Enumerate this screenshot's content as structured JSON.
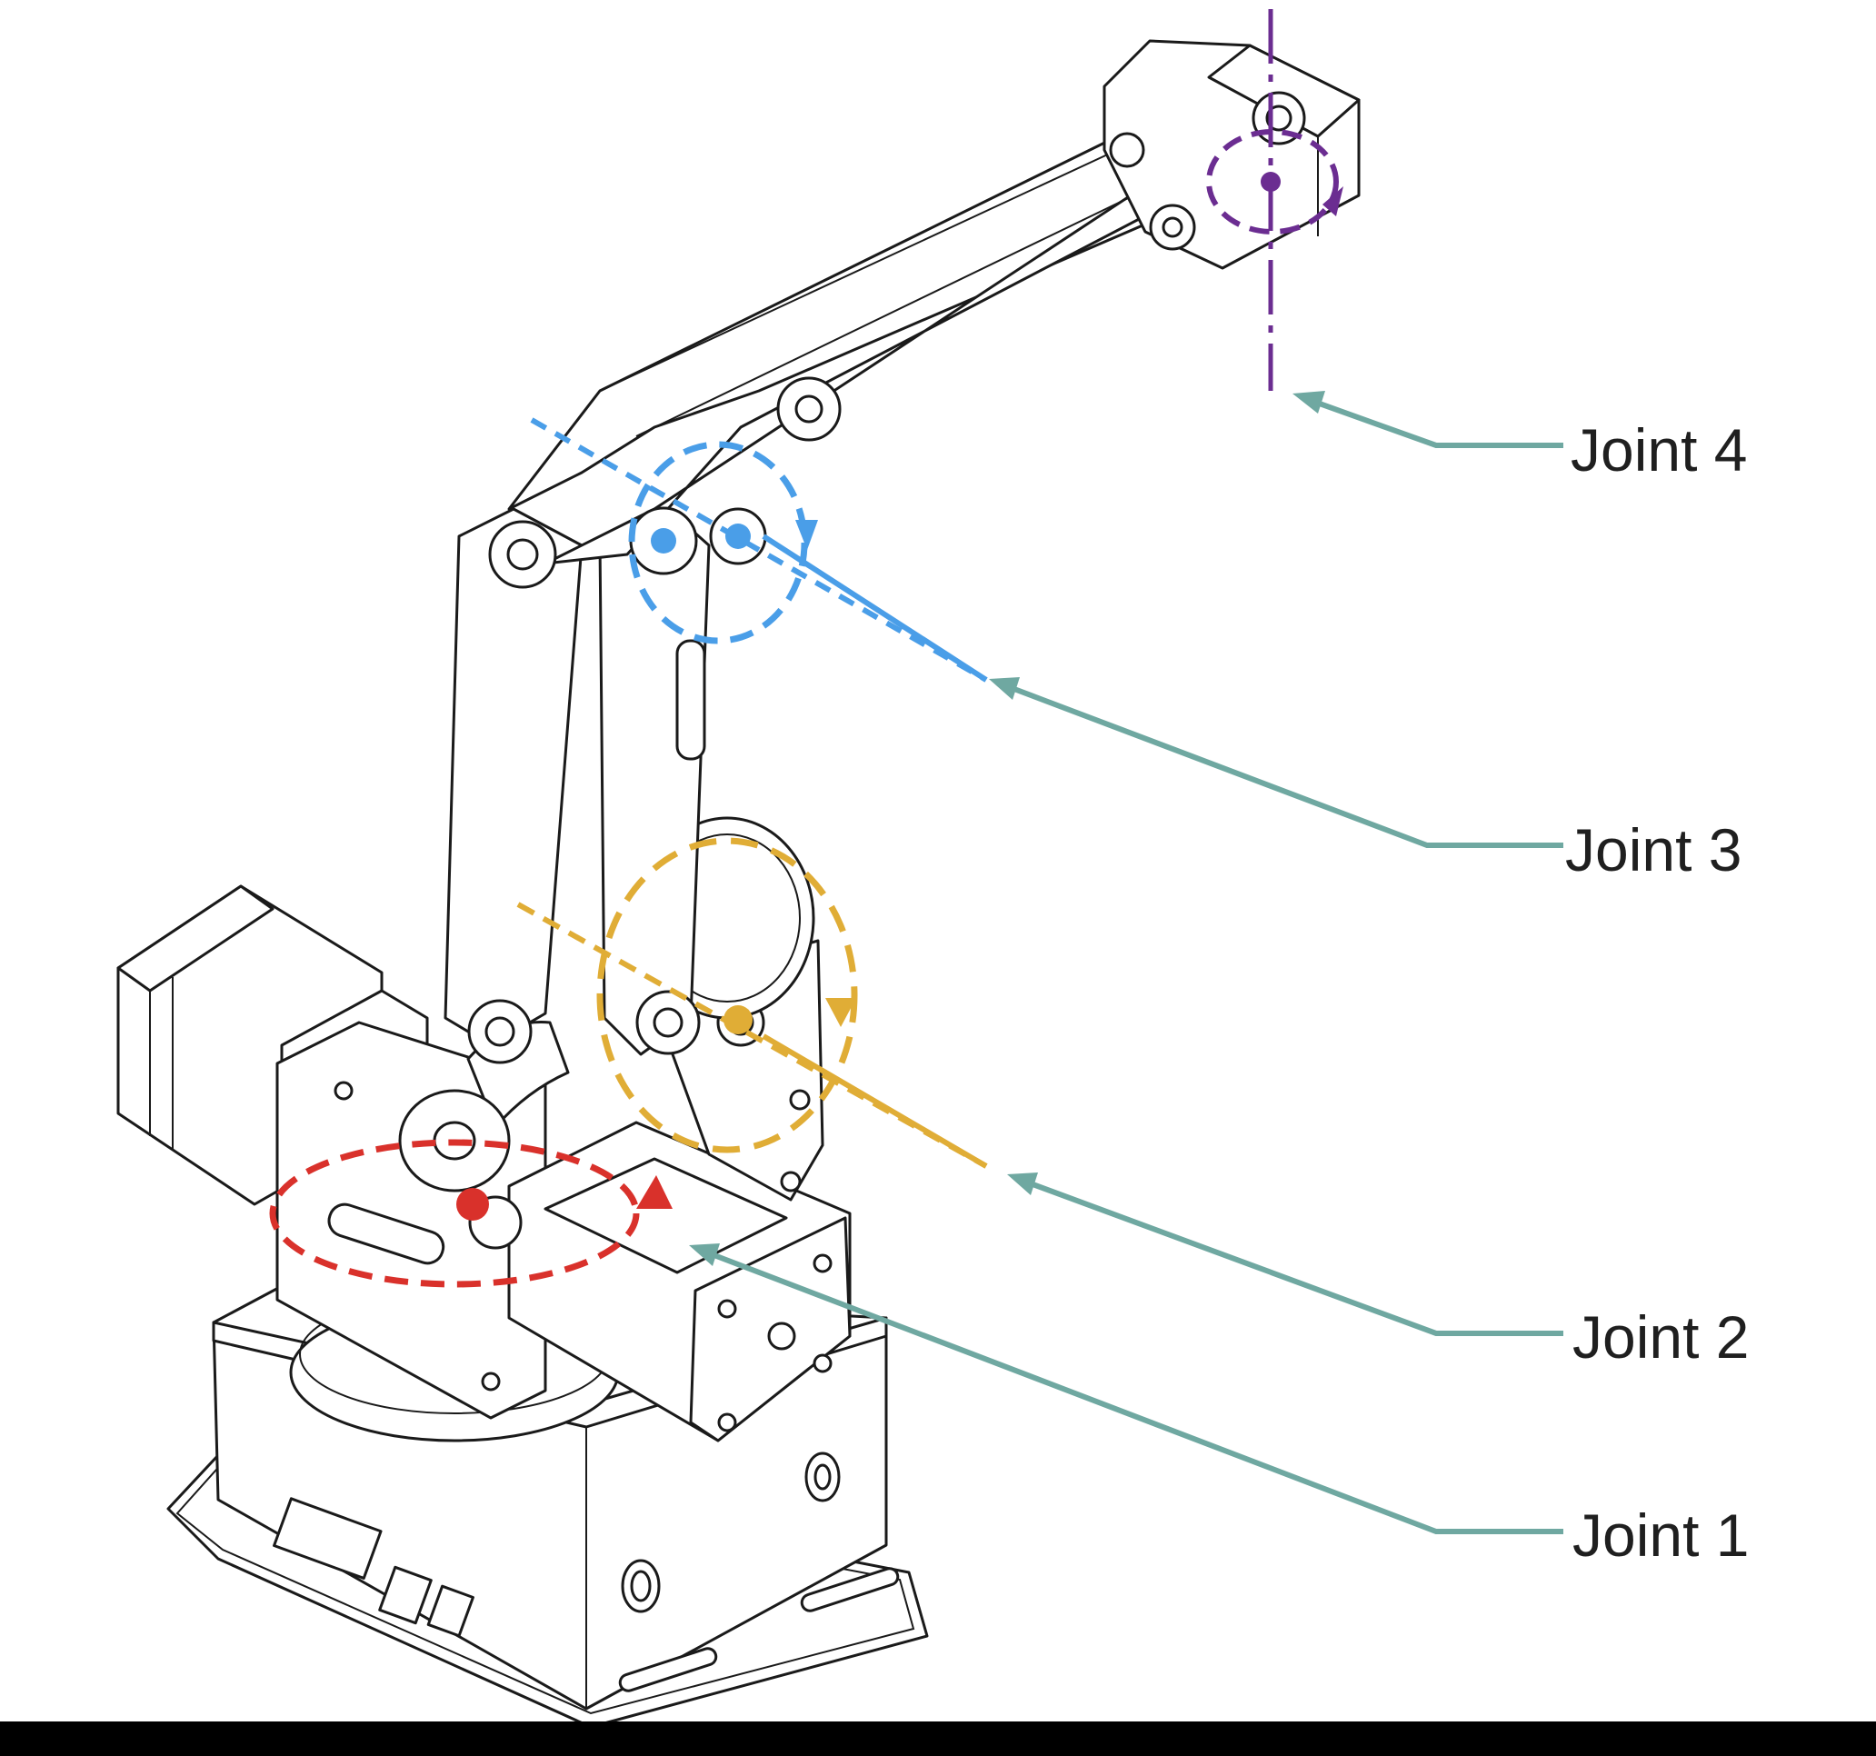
{
  "diagram": {
    "subject": "robotic-arm",
    "joints": [
      {
        "label": "Joint 4",
        "color": "#6b2d91"
      },
      {
        "label": "Joint 3",
        "color": "#4a9ee8"
      },
      {
        "label": "Joint 2",
        "color": "#e0ad36"
      },
      {
        "label": "Joint 1",
        "color": "#d9312b"
      }
    ],
    "leader_color": "#6fa8a1",
    "line_color": "#1a1a1a",
    "background": "#ffffff"
  }
}
